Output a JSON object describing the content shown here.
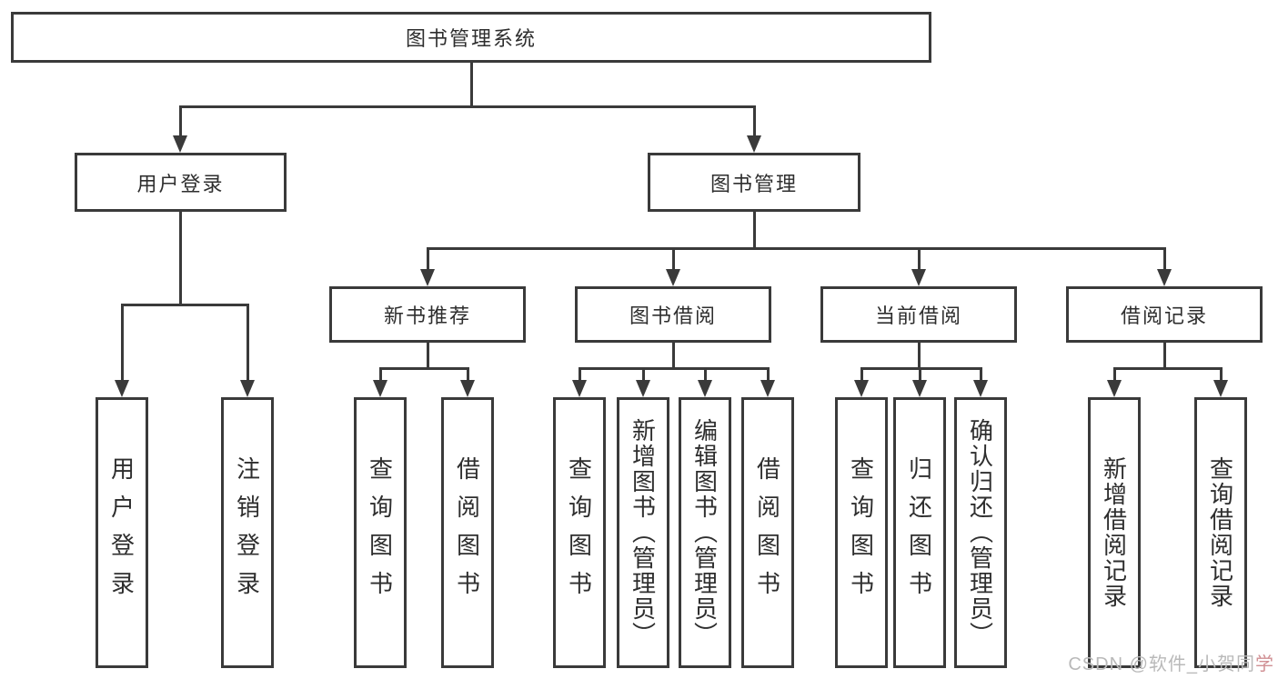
{
  "diagram_title": "图书管理系统",
  "nodes": [
    {
      "label": "图书管理系统"
    },
    {
      "label": "用户登录"
    },
    {
      "label": "图书管理"
    },
    {
      "label": "新书推荐"
    },
    {
      "label": "图书借阅"
    },
    {
      "label": "当前借阅"
    },
    {
      "label": "借阅记录"
    },
    {
      "label": "用户登录"
    },
    {
      "label": "注销登录"
    },
    {
      "label": "查询图书"
    },
    {
      "label": "借阅图书"
    },
    {
      "label": "查询图书"
    },
    {
      "label": "新增图书（管理员）"
    },
    {
      "label": "编辑图书（管理员）"
    },
    {
      "label": "借阅图书"
    },
    {
      "label": "查询图书"
    },
    {
      "label": "归还图书"
    },
    {
      "label": "确认归还（管理员）"
    },
    {
      "label": "新增借阅记录"
    },
    {
      "label": "查询借阅记录"
    }
  ],
  "hierarchy": {
    "root": "图书管理系统",
    "branches": [
      {
        "label": "用户登录",
        "children": [
          "用户登录",
          "注销登录"
        ]
      },
      {
        "label": "图书管理",
        "children": [
          {
            "label": "新书推荐",
            "children": [
              "查询图书",
              "借阅图书"
            ]
          },
          {
            "label": "图书借阅",
            "children": [
              "查询图书",
              "新增图书（管理员）",
              "编辑图书（管理员）",
              "借阅图书"
            ]
          },
          {
            "label": "当前借阅",
            "children": [
              "查询图书",
              "归还图书",
              "确认归还（管理员）"
            ]
          },
          {
            "label": "借阅记录",
            "children": [
              "新增借阅记录",
              "查询借阅记录"
            ]
          }
        ]
      }
    ]
  },
  "watermark": {
    "prefix": "CSDN @软件_小贺同",
    "suffix": "学"
  },
  "colors": {
    "line": "#3a3a3a",
    "text": "#2e2e2e",
    "background": "#ffffff",
    "watermark": "#b9b9b9",
    "watermark_accent": "#d08f93"
  }
}
